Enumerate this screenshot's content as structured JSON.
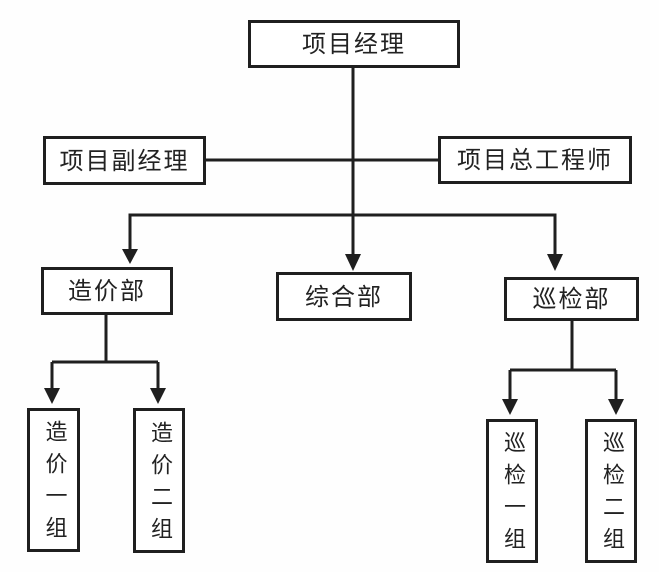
{
  "diagram": {
    "type": "org-chart",
    "nodes": {
      "manager": {
        "label": "项目经理"
      },
      "deputy_manager": {
        "label": "项目副经理"
      },
      "chief_engineer": {
        "label": "项目总工程师"
      },
      "cost_dept": {
        "label": "造价部"
      },
      "general_dept": {
        "label": "综合部"
      },
      "inspection_dept": {
        "label": "巡检部"
      },
      "cost_group_1": {
        "label": "造价一组"
      },
      "cost_group_2": {
        "label": "造价二组"
      },
      "inspection_group_1": {
        "label": "巡检一组"
      },
      "inspection_group_2": {
        "label": "巡检二组"
      }
    },
    "edges": [
      {
        "from": "项目经理",
        "to": "项目副经理",
        "arrow": false
      },
      {
        "from": "项目经理",
        "to": "项目总工程师",
        "arrow": false
      },
      {
        "from": "项目经理",
        "to": "造价部",
        "arrow": true
      },
      {
        "from": "项目经理",
        "to": "综合部",
        "arrow": true
      },
      {
        "from": "项目经理",
        "to": "巡检部",
        "arrow": true
      },
      {
        "from": "造价部",
        "to": "造价一组",
        "arrow": true
      },
      {
        "from": "造价部",
        "to": "造价二组",
        "arrow": true
      },
      {
        "from": "巡检部",
        "to": "巡检一组",
        "arrow": true
      },
      {
        "from": "巡检部",
        "to": "巡检二组",
        "arrow": true
      }
    ],
    "colors": {
      "line": "#1f1f1f",
      "text": "#222222",
      "box_bg": "#ffffff",
      "page_bg": "#fefefe"
    }
  }
}
